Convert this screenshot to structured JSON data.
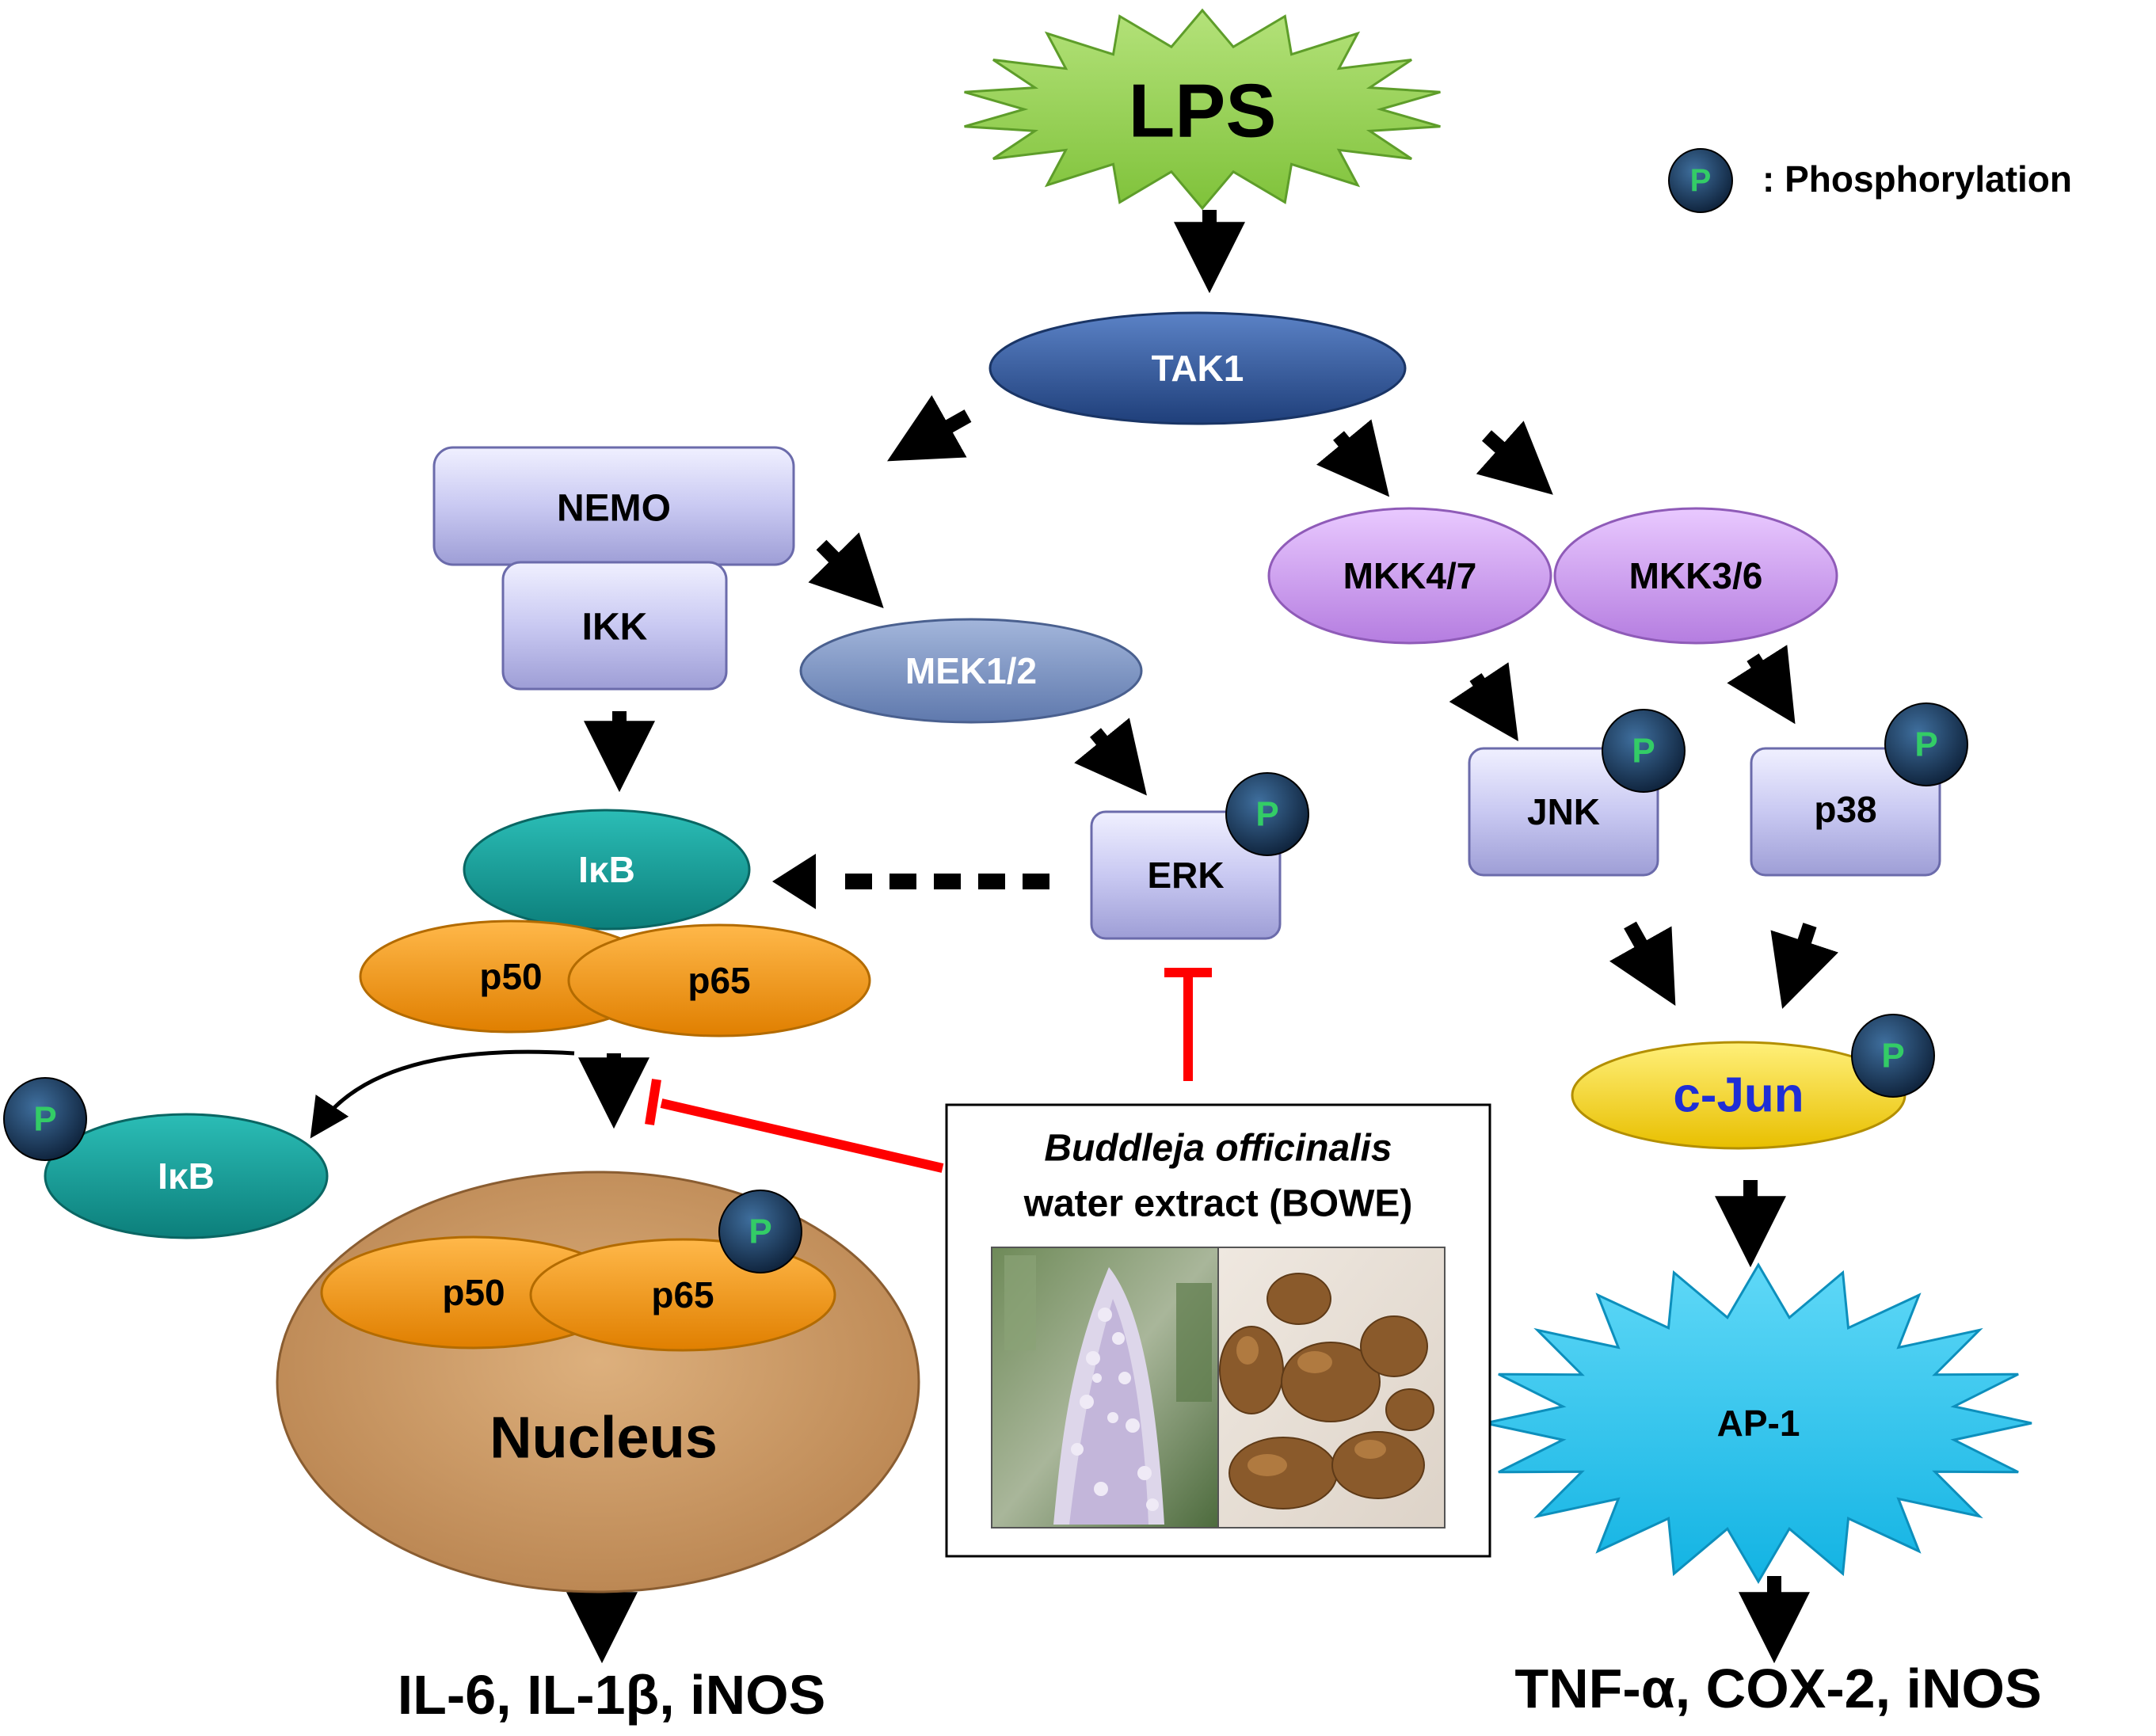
{
  "stimulus": "LPS",
  "legend": {
    "symbol": "P",
    "text": ": Phosphorylation"
  },
  "nodes": {
    "tak1": "TAK1",
    "nemo": "NEMO",
    "ikk": "IKK",
    "mek": "MEK1/2",
    "erk": "ERK",
    "mkk47": "MKK4/7",
    "mkk36": "MKK3/6",
    "jnk": "JNK",
    "p38": "p38",
    "ikb": "IκB",
    "p50": "p50",
    "p65": "p65",
    "ikb_phos": "IκB",
    "nuc_p50": "p50",
    "nuc_p65": "p65",
    "nucleus": "Nucleus",
    "cjun": "c-Jun",
    "ap1": "AP-1"
  },
  "phospho_badge": "P",
  "extract": {
    "name_italic": "Buddleja officinalis",
    "name_rest": "water extract (BOWE)",
    "photo_left": "flower-photo",
    "photo_right": "dried-herb-photo"
  },
  "outputs": {
    "nfkb": "IL-6, IL-1β, iNOS",
    "ap1": "TNF-α, COX-2, iNOS"
  },
  "colors": {
    "lps": "#92d050",
    "tak1": "#2e5597",
    "purple_box": "#c9c9f2",
    "mek": "#7f96c4",
    "mkk": "#cc99ee",
    "teal": "#179e99",
    "orange": "#f59a10",
    "nucleus": "#cc9966",
    "cjun": "#ffdd00",
    "ap1": "#22c3ee",
    "inhibit": "#ff0000",
    "badge": "#173a5c",
    "badge_text": "#33cc66"
  }
}
